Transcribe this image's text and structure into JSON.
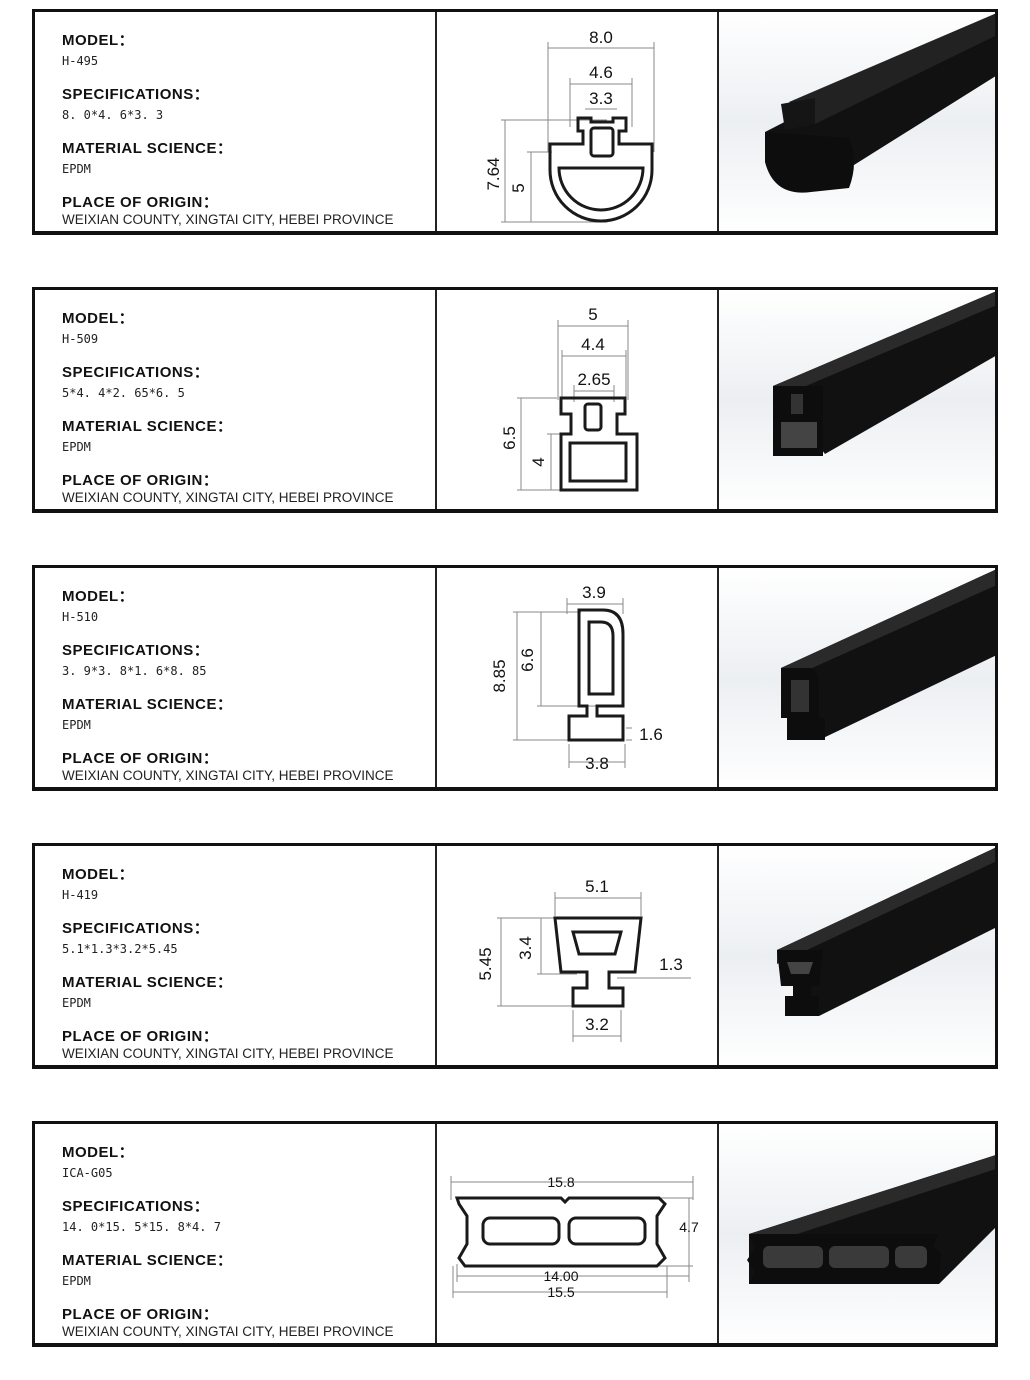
{
  "labels": {
    "model": "MODEL：",
    "specifications": "SPECIFICATIONS：",
    "material": "MATERIAL SCIENCE：",
    "origin": "PLACE OF ORIGIN："
  },
  "products": [
    {
      "model": "H-495",
      "specifications": "8. 0*4. 6*3. 3",
      "material": "EPDM",
      "origin": "WEIXIAN COUNTY, XINGTAI CITY, HEBEI PROVINCE",
      "dims": {
        "a": "8.0",
        "b": "4.6",
        "c": "3.3",
        "d": "7.64",
        "e": "5"
      }
    },
    {
      "model": "H-509",
      "specifications": "5*4. 4*2. 65*6. 5",
      "material": "EPDM",
      "origin": "WEIXIAN COUNTY, XINGTAI CITY, HEBEI PROVINCE",
      "dims": {
        "a": "5",
        "b": "4.4",
        "c": "2.65",
        "d": "6.5",
        "e": "4"
      }
    },
    {
      "model": "H-510",
      "specifications": "3. 9*3. 8*1. 6*8. 85",
      "material": "EPDM",
      "origin": "WEIXIAN COUNTY, XINGTAI CITY, HEBEI PROVINCE",
      "dims": {
        "a": "3.9",
        "b": "8.85",
        "c": "6.6",
        "d": "1.6",
        "e": "3.8"
      }
    },
    {
      "model": "H-419",
      "specifications": "5.1*1.3*3.2*5.45",
      "material": "EPDM",
      "origin": "WEIXIAN COUNTY, XINGTAI CITY, HEBEI PROVINCE",
      "dims": {
        "a": "5.1",
        "b": "5.45",
        "c": "3.4",
        "d": "1.3",
        "e": "3.2"
      }
    },
    {
      "model": "ICA-G05",
      "specifications": "14. 0*15. 5*15. 8*4. 7",
      "material": "EPDM",
      "origin": "WEIXIAN COUNTY, XINGTAI CITY, HEBEI PROVINCE",
      "dims": {
        "a": "15.8",
        "b": "4.7",
        "c": "14.00",
        "d": "15.5"
      }
    }
  ],
  "colors": {
    "border": "#111111",
    "profile": "#1a1a1a",
    "dimension_line": "#888888"
  }
}
